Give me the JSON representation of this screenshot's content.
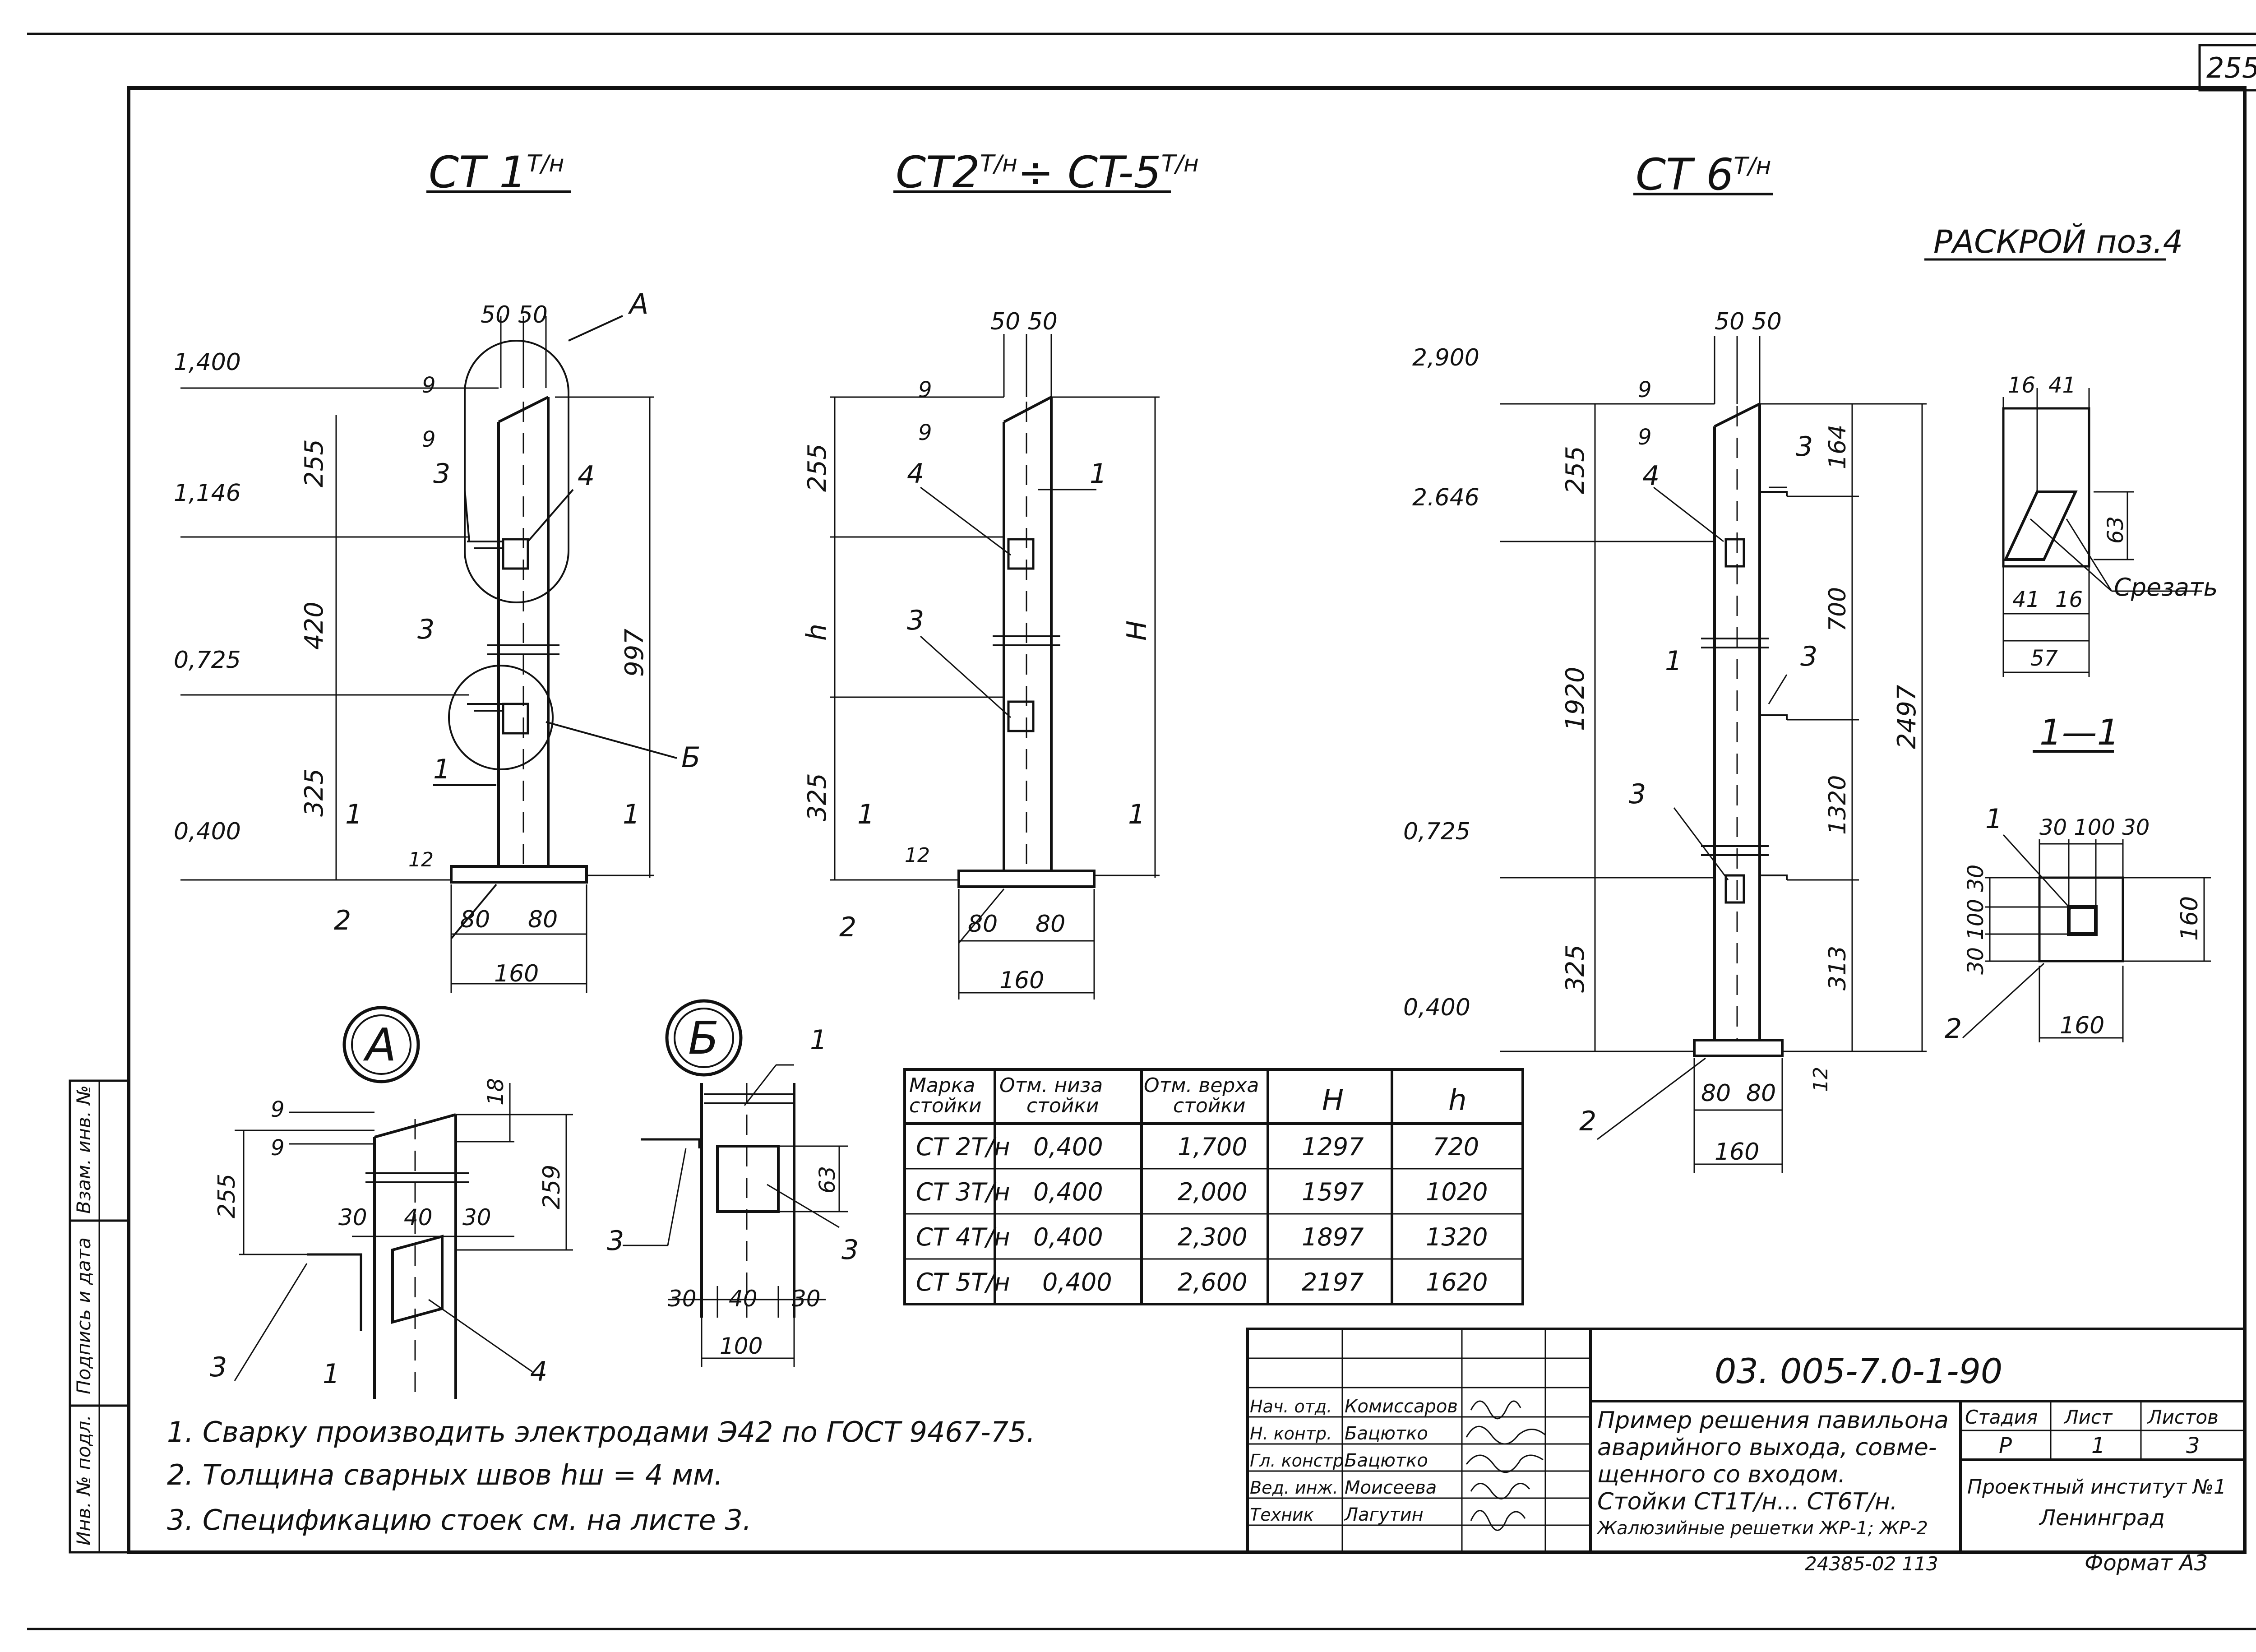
{
  "sheet_corner_number": "255",
  "titles": {
    "st1": "CT 1",
    "st1_sup": "Т/н",
    "st2_5": "CT2",
    "st2_5_sup": "Т/н",
    "st2_5_mid": "÷ CT-5",
    "st2_5_sup2": "Т/н",
    "st6": "CT 6",
    "st6_sup": "Т/н",
    "raskroy": "РАСКРОЙ поз.4",
    "section": "1—1",
    "callout_a": "А",
    "callout_b": "Б"
  },
  "st1": {
    "elev_1400": "1,400",
    "elev_1146": "1,146",
    "elev_0725": "0,725",
    "elev_0400": "0,400",
    "dim_255": "255",
    "dim_420": "420",
    "dim_325": "325",
    "dim_997": "997",
    "dim_9a": "9",
    "dim_9b": "9",
    "dim_12": "12",
    "dim_50_50": "50 50",
    "dim_80a": "80",
    "dim_80b": "80",
    "dim_160": "160",
    "pos_1": "1",
    "pos_2": "2",
    "pos_3a": "3",
    "pos_3b": "3",
    "pos_4": "4",
    "label_a": "А",
    "label_b": "Б",
    "section_l": "1",
    "section_r": "1"
  },
  "st2": {
    "dim_50_50": "50 50",
    "dim_9a": "9",
    "dim_9b": "9",
    "dim_255": "255",
    "dim_h": "h",
    "dim_H": "H",
    "dim_325": "325",
    "dim_12": "12",
    "dim_80a": "80",
    "dim_80b": "80",
    "dim_160": "160",
    "pos_1": "1",
    "pos_2": "2",
    "pos_3": "3",
    "pos_4": "4",
    "section_l": "1",
    "section_r": "1"
  },
  "st6": {
    "elev_2900": "2,900",
    "elev_2646": "2.646",
    "elev_0725": "0,725",
    "elev_0400": "0,400",
    "dim_50_50": "50 50",
    "dim_9a": "9",
    "dim_9b": "9",
    "dim_255": "255",
    "dim_1920": "1920",
    "dim_325": "325",
    "dim_164": "164",
    "dim_700": "700",
    "dim_1320": "1320",
    "dim_313": "313",
    "dim_2497": "2497",
    "dim_12": "12",
    "dim_80a": "80",
    "dim_80b": "80",
    "dim_160": "160",
    "pos_1": "1",
    "pos_2": "2",
    "pos_3a": "3",
    "pos_3b": "3",
    "pos_3c": "3",
    "pos_4": "4"
  },
  "raskroy": {
    "dim_16a": "16",
    "dim_41a": "41",
    "dim_63": "63",
    "dim_41b": "41",
    "dim_16b": "16",
    "dim_57": "57",
    "cut_note": "Срезать"
  },
  "section": {
    "dim_top": "30 100 30",
    "dim_left": "30 100 30",
    "dim_160r": "160",
    "dim_160b": "160",
    "pos_1": "1",
    "pos_2": "2"
  },
  "detail_a": {
    "dim_9a": "9",
    "dim_9b": "9",
    "dim_18": "18",
    "dim_255": "255",
    "dim_259": "259",
    "dim_30a": "30",
    "dim_40": "40",
    "dim_30b": "30",
    "pos_1": "1",
    "pos_3": "3",
    "pos_4": "4"
  },
  "detail_b": {
    "dim_63": "63",
    "dim_30a": "30",
    "dim_40": "40",
    "dim_30b": "30",
    "dim_100": "100",
    "pos_1": "1",
    "pos_3a": "3",
    "pos_3b": "3"
  },
  "table": {
    "headers": [
      "Марка стойки",
      "Отм. низа стойки",
      "Отм. верха стойки",
      "H",
      "h"
    ],
    "rows": [
      [
        "CT 2Т/н",
        "0,400",
        "1,700",
        "1297",
        "720"
      ],
      [
        "CT 3Т/н",
        "0,400",
        "2,000",
        "1597",
        "1020"
      ],
      [
        "CT 4Т/н",
        "0,400",
        "2,300",
        "1897",
        "1320"
      ],
      [
        "CT 5Т/н",
        "0,400",
        "2,600",
        "2197",
        "1620"
      ]
    ]
  },
  "notes": [
    "1. Сварку производить   электродами Э42 по ГОСТ 9467-75.",
    "2. Толщина сварных швов  hш = 4 мм.",
    "3. Спецификацию стоек см. на листе 3."
  ],
  "side_stamp": [
    "Инв. № подл.",
    "Подпись и дата",
    "Взам. инв. №"
  ],
  "title_block": {
    "doc_code": "03. 005-7.0-1-90",
    "roles": [
      "Нач. отд.",
      "Н. контр.",
      "Гл. констр.",
      "Вед. инж.",
      "Техник"
    ],
    "names": [
      "Комиссаров",
      "Бацютко",
      "Бацютко",
      "Моисеева",
      "Лагутин"
    ],
    "description": [
      "Пример решения павильона",
      "аварийного выхода, совме-",
      "щенного со входом.",
      "Стойки СТ1Т/н... СТ6Т/н.",
      "Жалюзийные решетки ЖР-1; ЖР-2"
    ],
    "stage_h": "Стадия",
    "sheet_h": "Лист",
    "sheets_h": "Листов",
    "stage": "Р",
    "sheet": "1",
    "sheets": "3",
    "org1": "Проектный институт №1",
    "org2": "Ленинград",
    "bottom_code": "24385-02   113",
    "format": "Формат А3"
  }
}
